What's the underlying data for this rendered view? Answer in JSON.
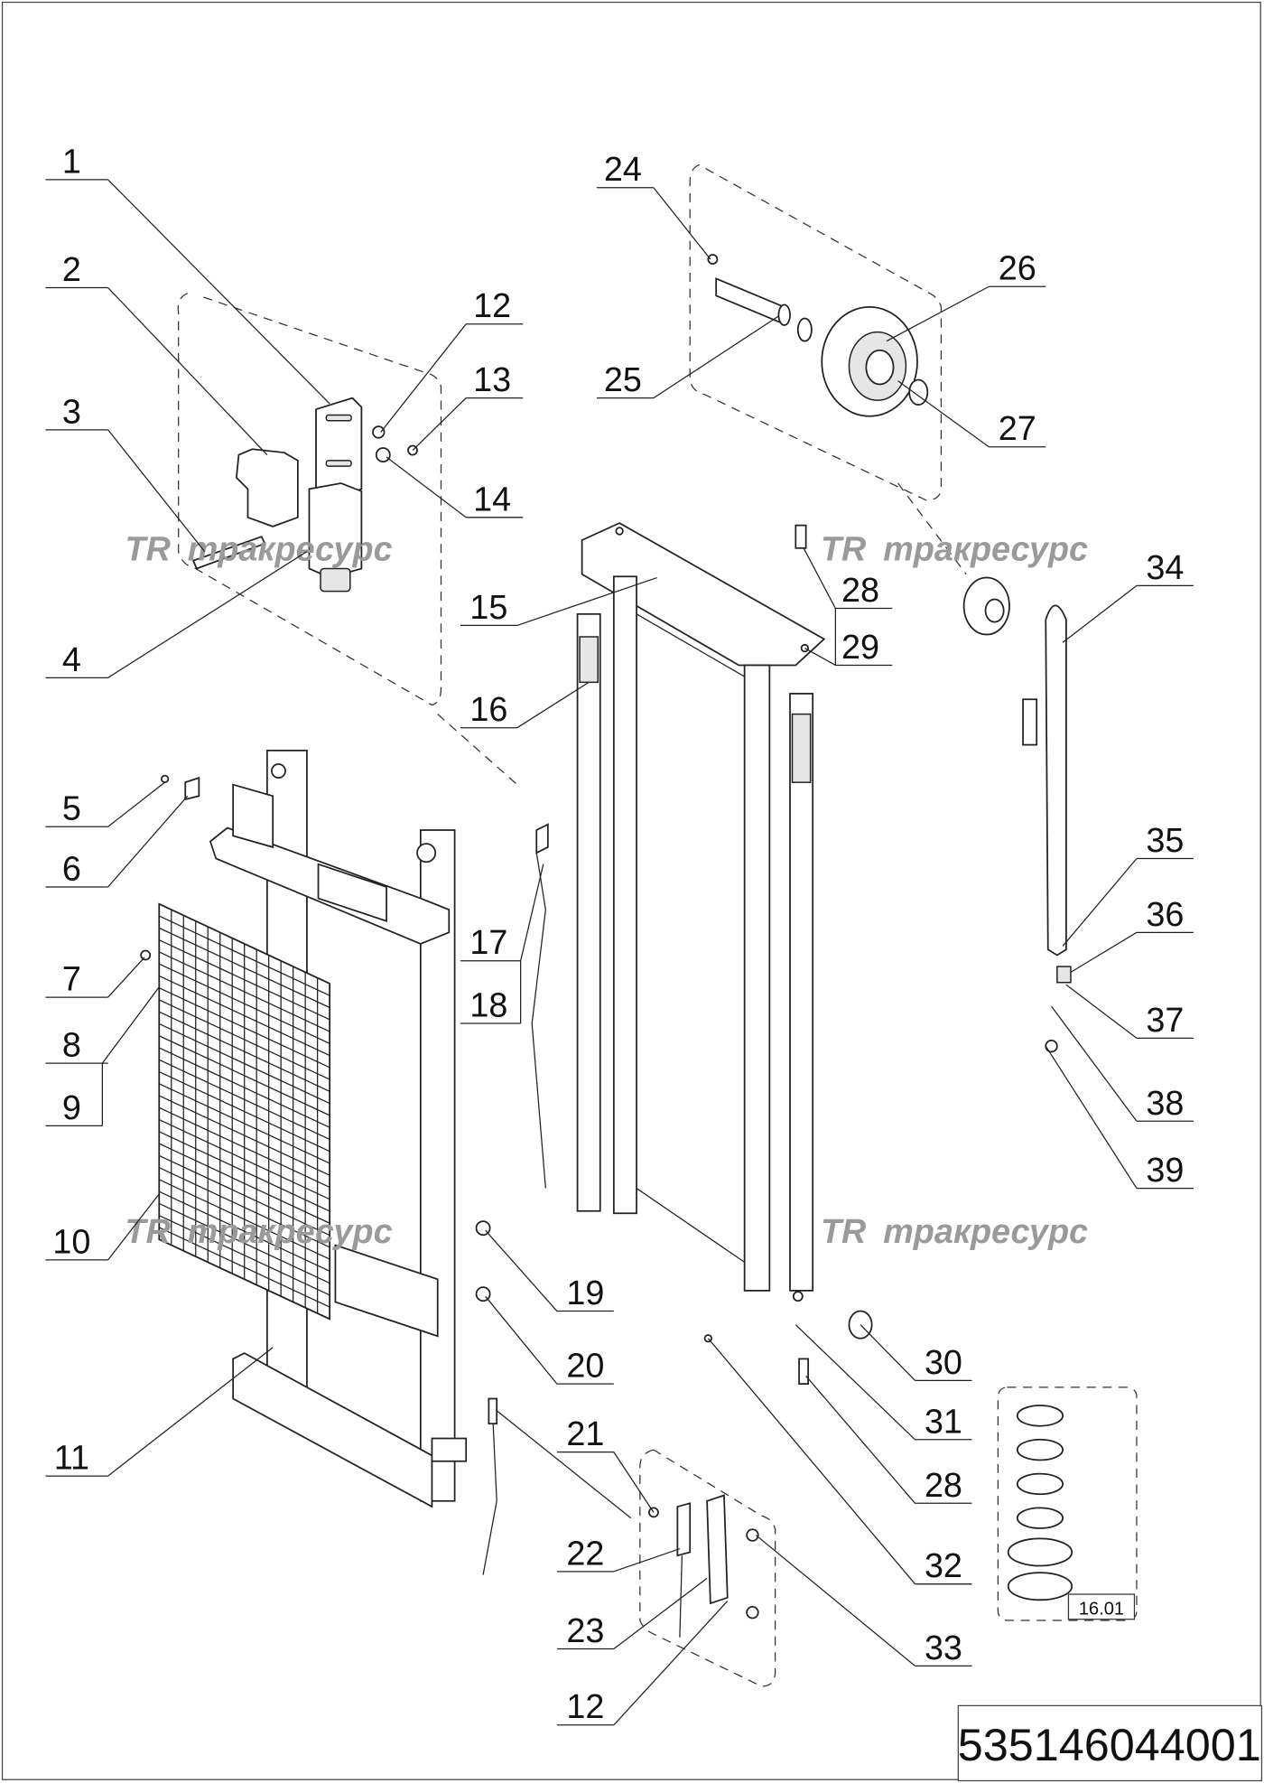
{
  "drawing_number": "535146044001",
  "inset_label": "16.01",
  "watermark": {
    "logo": "TR",
    "text": "тракресурс"
  },
  "callouts": [
    {
      "id": "c1",
      "label": "1"
    },
    {
      "id": "c2",
      "label": "2"
    },
    {
      "id": "c3",
      "label": "3"
    },
    {
      "id": "c4",
      "label": "4"
    },
    {
      "id": "c5",
      "label": "5"
    },
    {
      "id": "c6",
      "label": "6"
    },
    {
      "id": "c7",
      "label": "7"
    },
    {
      "id": "c8",
      "label": "8"
    },
    {
      "id": "c9",
      "label": "9"
    },
    {
      "id": "c10",
      "label": "10"
    },
    {
      "id": "c11",
      "label": "11"
    },
    {
      "id": "c12a",
      "label": "12"
    },
    {
      "id": "c13",
      "label": "13"
    },
    {
      "id": "c14",
      "label": "14"
    },
    {
      "id": "c15",
      "label": "15"
    },
    {
      "id": "c16",
      "label": "16"
    },
    {
      "id": "c17",
      "label": "17"
    },
    {
      "id": "c18",
      "label": "18"
    },
    {
      "id": "c19",
      "label": "19"
    },
    {
      "id": "c20",
      "label": "20"
    },
    {
      "id": "c21",
      "label": "21"
    },
    {
      "id": "c22",
      "label": "22"
    },
    {
      "id": "c23",
      "label": "23"
    },
    {
      "id": "c12b",
      "label": "12"
    },
    {
      "id": "c24",
      "label": "24"
    },
    {
      "id": "c25",
      "label": "25"
    },
    {
      "id": "c26",
      "label": "26"
    },
    {
      "id": "c27",
      "label": "27"
    },
    {
      "id": "c28a",
      "label": "28"
    },
    {
      "id": "c29",
      "label": "29"
    },
    {
      "id": "c30",
      "label": "30"
    },
    {
      "id": "c31",
      "label": "31"
    },
    {
      "id": "c28b",
      "label": "28"
    },
    {
      "id": "c32",
      "label": "32"
    },
    {
      "id": "c33",
      "label": "33"
    },
    {
      "id": "c34",
      "label": "34"
    },
    {
      "id": "c35",
      "label": "35"
    },
    {
      "id": "c36",
      "label": "36"
    },
    {
      "id": "c37",
      "label": "37"
    },
    {
      "id": "c38",
      "label": "38"
    },
    {
      "id": "c39",
      "label": "39"
    }
  ]
}
